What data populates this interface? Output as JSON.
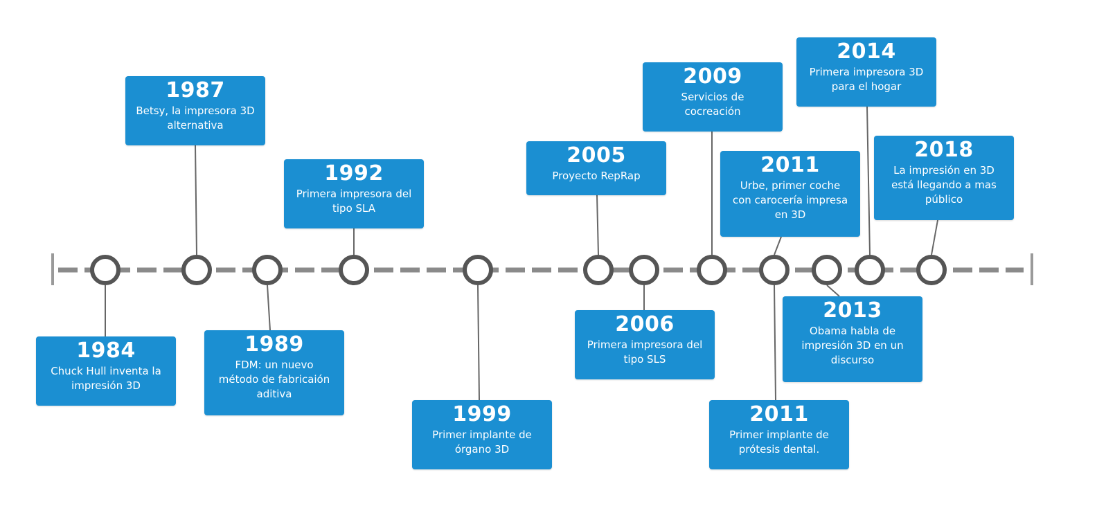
{
  "events": [
    {
      "year": "1984",
      "text": "Chuck Hull inventa la\nimpresión 3D"
    },
    {
      "year": "1987",
      "text": "Betsy, la impresora 3D\nalternativa"
    },
    {
      "year": "1989",
      "text": "FDM: un nuevo\nmétodo de fabricaión\naditiva"
    },
    {
      "year": "1992",
      "text": "Primera impresora del\ntipo SLA"
    },
    {
      "year": "1999",
      "text": "Primer implante de\nórgano 3D"
    },
    {
      "year": "2005",
      "text": "Proyecto RepRap"
    },
    {
      "year": "2006",
      "text": "Primera impresora del\ntipo SLS"
    },
    {
      "year": "2009",
      "text": "Servicios de\ncocreación"
    },
    {
      "year": "2011",
      "text": "Urbe, primer coche\ncon carocería impresa\nen 3D"
    },
    {
      "year": "2011",
      "text": "Primer implante de\nprótesis dental."
    },
    {
      "year": "2013",
      "text": "Obama habla de\nimpresión 3D en un\ndiscurso"
    },
    {
      "year": "2014",
      "text": "Primera impresora 3D\npara el hogar"
    },
    {
      "year": "2018",
      "text": "La impresión en 3D\nestá llegando a mas\npúblico"
    }
  ],
  "colors": {
    "card": "#1b8fd2",
    "line": "#8a8a8a",
    "node": "#555555"
  }
}
